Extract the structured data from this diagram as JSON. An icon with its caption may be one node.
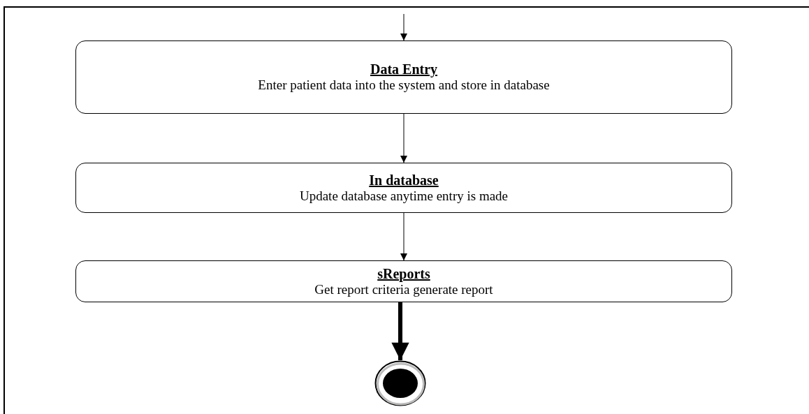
{
  "diagram": {
    "nodes": [
      {
        "text": [
          "Data Entry",
          "Enter patient data into the system and store in database"
        ]
      },
      {
        "text": [
          "In database",
          "Update database anytime entry is made"
        ]
      },
      {
        "text": [
          "sReports",
          "Get report criteria generate report"
        ]
      },
      {
        "text": [],
        "shape": "circle"
      }
    ],
    "edges": [
      {
        "from": null,
        "to": 0,
        "arrow": "to"
      },
      {
        "from": 0,
        "to": 1,
        "arrow": "to"
      },
      {
        "from": 1,
        "to": 2,
        "arrow": "to"
      },
      {
        "from": 2,
        "to": 3,
        "arrow": "to",
        "style": "thick"
      }
    ]
  }
}
